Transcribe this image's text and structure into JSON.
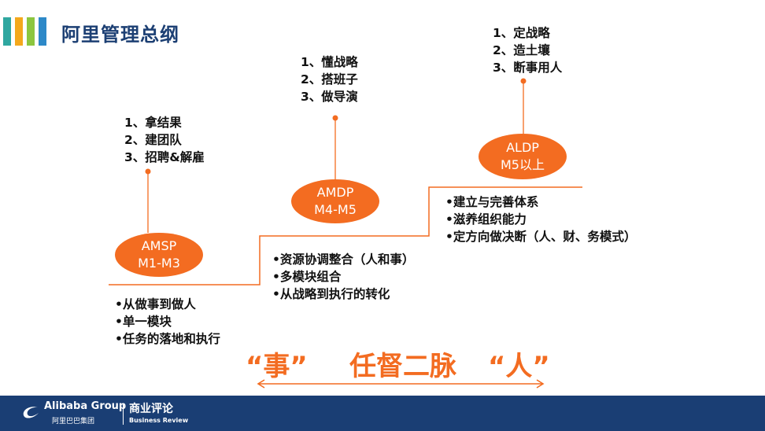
{
  "title": "阿里管理总纲",
  "colors": {
    "accent": "#f36c21",
    "title": "#1c3f73",
    "footer": "#1a3e74",
    "bars": [
      "#2fa7a0",
      "#f4a81c",
      "#8cc63f",
      "#2d89c8"
    ]
  },
  "levels": [
    {
      "badge_line1": "AMSP",
      "badge_line2": "M1-M3",
      "top_items": [
        "1、拿结果",
        "2、建团队",
        "3、招聘&解雇"
      ],
      "bottom_items": [
        "•从做事到做人",
        "•单一模块",
        "•任务的落地和执行"
      ]
    },
    {
      "badge_line1": "AMDP",
      "badge_line2": "M4-M5",
      "top_items": [
        "1、懂战略",
        "2、搭班子",
        "3、做导演"
      ],
      "bottom_items": [
        "•资源协调整合（人和事）",
        "•多模块组合",
        "•从战略到执行的转化"
      ]
    },
    {
      "badge_line1": "ALDP",
      "badge_line2": "M5以上",
      "top_items": [
        "1、定战略",
        "2、造土壤",
        "3、断事用人"
      ],
      "bottom_items": [
        "•建立与完善体系",
        "•滋养组织能力",
        "•定方向做决断（人、财、务模式）"
      ]
    }
  ],
  "axis": {
    "left": "“事”",
    "center": "任督二脉",
    "right": "“人”"
  },
  "footer": {
    "brand": "Alibaba Group",
    "brand_sub": "阿里巴巴集团",
    "review": "商业评论",
    "review_sub": "Business Review"
  }
}
